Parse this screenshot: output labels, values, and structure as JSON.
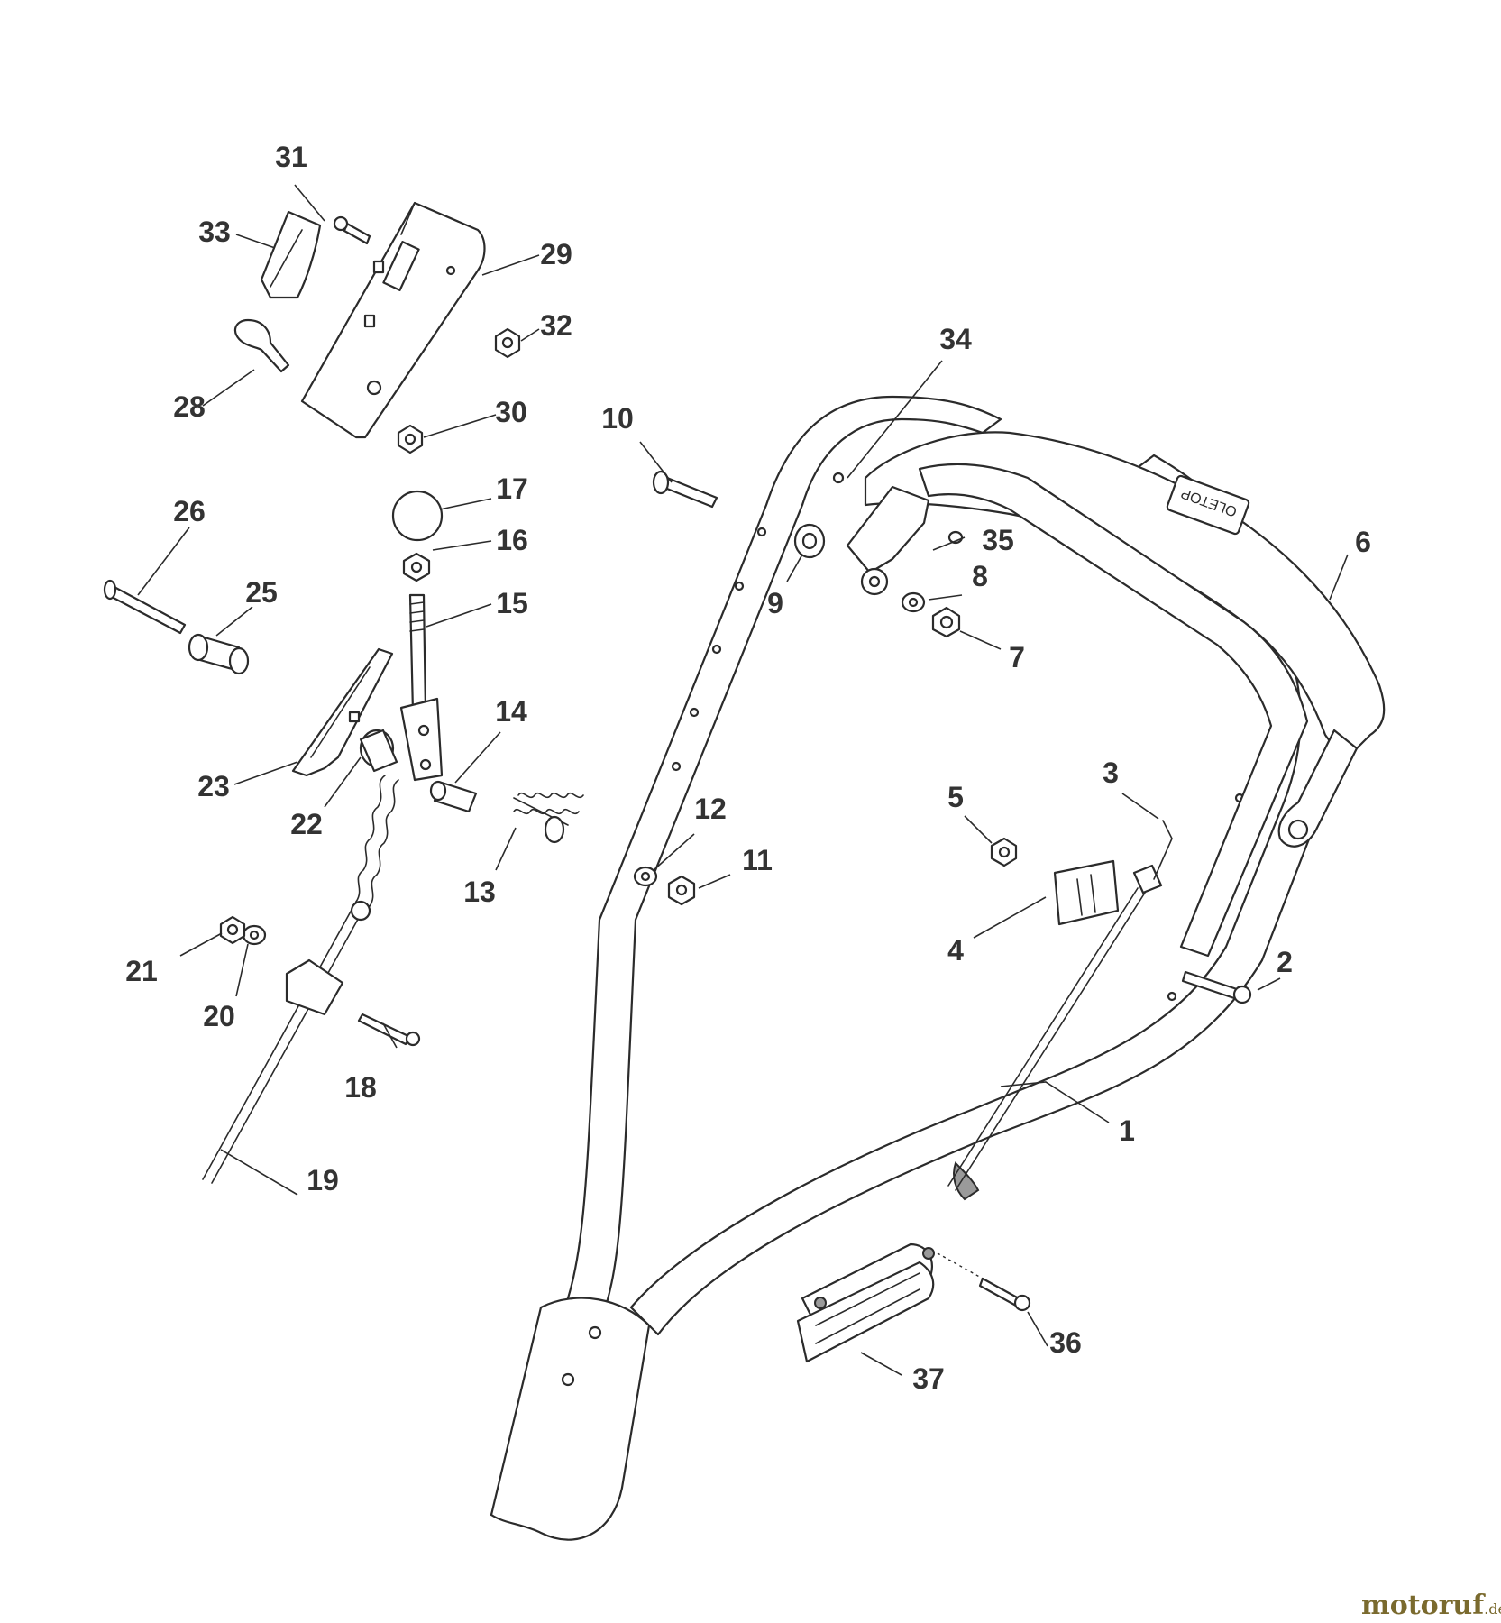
{
  "diagram": {
    "type": "exploded-parts-diagram",
    "watermark": {
      "brand": "motoruf",
      "suffix": ".de",
      "color_main": "#7a6a2e",
      "color_accent": "#c0392b"
    },
    "handle_label": "OLETOP",
    "part_numbers": [
      "1",
      "2",
      "3",
      "4",
      "5",
      "6",
      "7",
      "8",
      "9",
      "10",
      "11",
      "12",
      "13",
      "14",
      "15",
      "16",
      "17",
      "18",
      "19",
      "20",
      "21",
      "22",
      "23",
      "25",
      "26",
      "28",
      "29",
      "30",
      "31",
      "32",
      "33",
      "34",
      "35",
      "36",
      "37"
    ]
  }
}
